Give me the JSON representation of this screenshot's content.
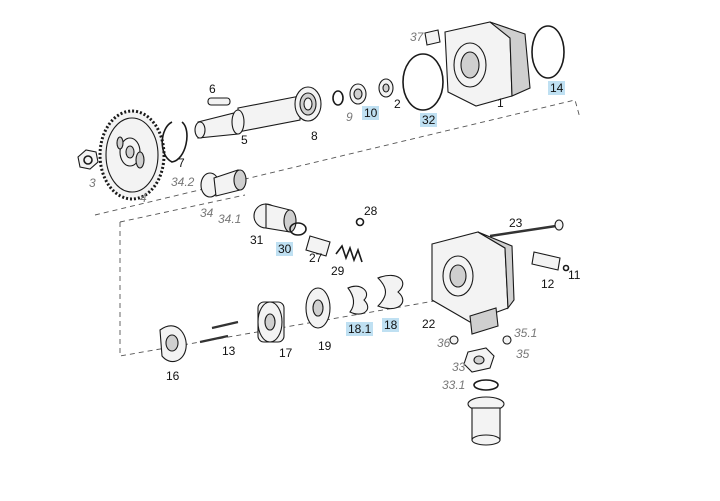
{
  "labels": {
    "l1": "1",
    "l2": "2",
    "l3": "3",
    "l4": "4",
    "l5": "5",
    "l6": "6",
    "l7": "7",
    "l8": "8",
    "l9": "9",
    "l10": "10",
    "l11": "11",
    "l12": "12",
    "l13": "13",
    "l14": "14",
    "l16": "16",
    "l17": "17",
    "l18": "18",
    "l18_1": "18.1",
    "l19": "19",
    "l22": "22",
    "l23": "23",
    "l27": "27",
    "l28": "28",
    "l29": "29",
    "l30": "30",
    "l31": "31",
    "l32": "32",
    "l33": "33",
    "l33_1": "33.1",
    "l34": "34",
    "l34_1": "34.1",
    "l34_2": "34.2",
    "l35": "35",
    "l35_1": "35.1",
    "l36": "36",
    "l37": "37"
  },
  "colors": {
    "highlight": "#bfe0f2",
    "line": "#1a1a1a"
  }
}
